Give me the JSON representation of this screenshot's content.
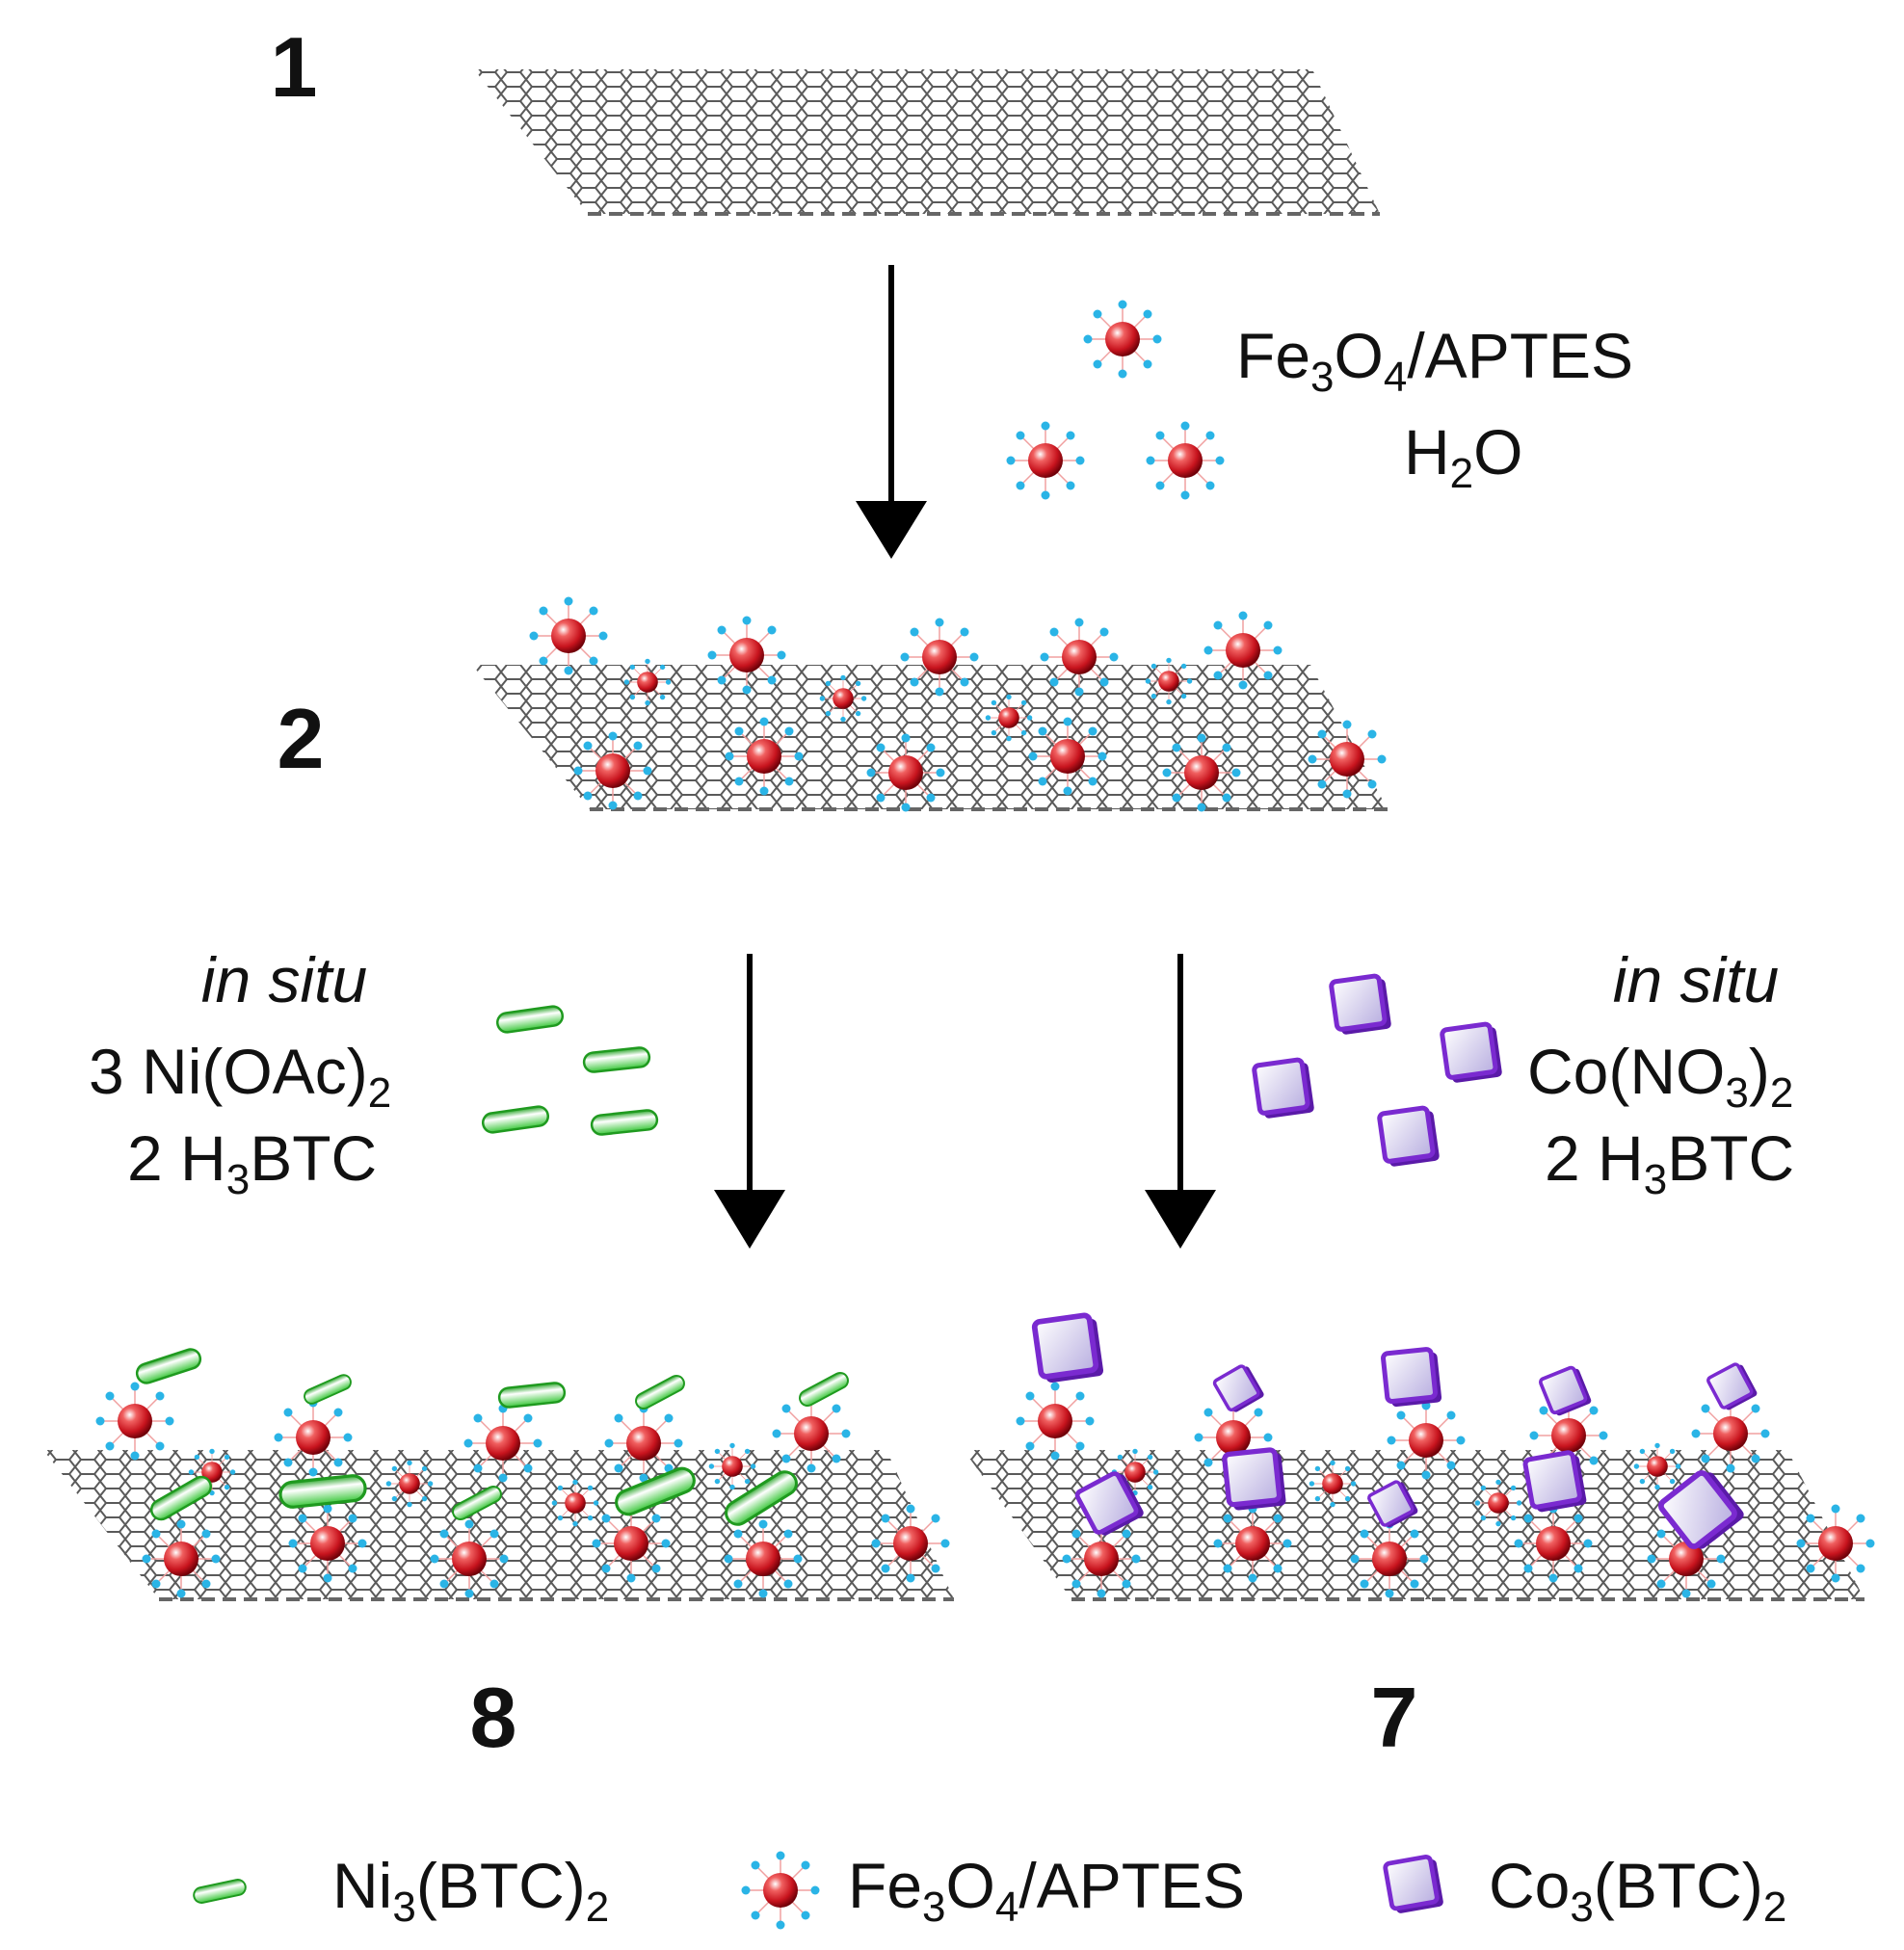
{
  "compounds": {
    "c1": "1",
    "c2": "2",
    "c8": "8",
    "c7": "7"
  },
  "step1": {
    "reagent_line1": {
      "a": "Fe",
      "s1": "3",
      "b": "O",
      "s2": "4",
      "c": "/APTES"
    },
    "reagent_line2": {
      "a": "H",
      "s1": "2",
      "b": "O"
    }
  },
  "left_branch": {
    "mode": "in situ",
    "line2": {
      "a": "3 Ni(OAc)",
      "s1": "2"
    },
    "line3": {
      "a": "2 H",
      "s1": "3",
      "b": "BTC"
    }
  },
  "right_branch": {
    "mode": "in situ",
    "line2": {
      "a": "Co(NO",
      "s1": "3",
      "b": ")",
      "s2": "2"
    },
    "line3": {
      "a": "2 H",
      "s1": "3",
      "b": "BTC"
    }
  },
  "legend": {
    "ni": {
      "a": "Ni",
      "s1": "3",
      "b": "(BTC)",
      "s2": "2",
      "icon": "green-rod-icon"
    },
    "fe": {
      "a": "Fe",
      "s1": "3",
      "b": "O",
      "s2": "4",
      "c": "/APTES",
      "icon": "red-sphere-icon"
    },
    "co": {
      "a": "Co",
      "s1": "3",
      "b": "(BTC)",
      "s2": "2",
      "icon": "purple-cube-icon"
    }
  },
  "colors": {
    "ni_mof": "#3ec83e",
    "fe3o4": "#c8141e",
    "aptes": "#2ab4e6",
    "co_mof": "#7a2ad0",
    "graphene": "#555555"
  }
}
